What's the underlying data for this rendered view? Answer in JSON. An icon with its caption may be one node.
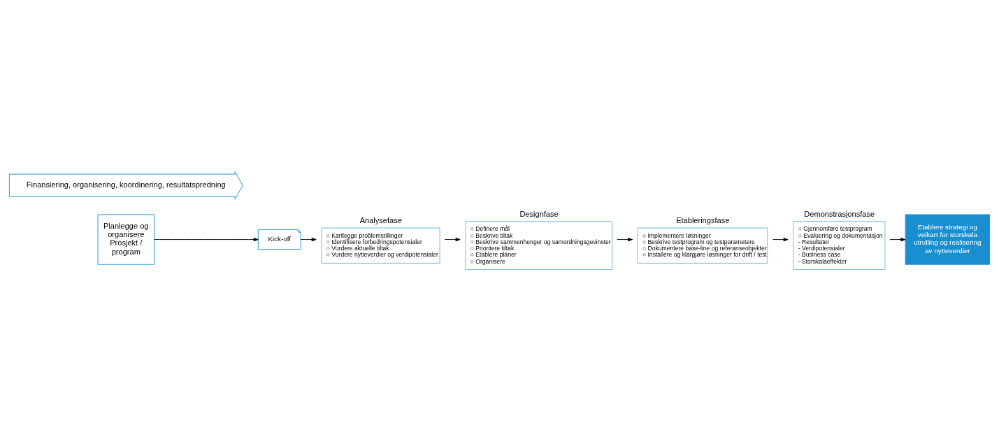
{
  "diagram": {
    "nodes": [
      {
        "text": [
          "Planlegge og organisere Prosjekt / program"
        ]
      },
      {
        "text": [
          "Kick-off"
        ]
      },
      {
        "text": [
          "Analysefase",
          "○ Kartlegge problemstillinger",
          "○ Identifisere forbedringspotensialer",
          "○ Vurdere aktuelle tiltak",
          "○ Vurdere nytteverdier og verdipotensialer"
        ]
      },
      {
        "text": [
          "Designfase",
          "○ Definere mål",
          "○ Beskrive tiltak",
          "○ Beskrive sammenhenger og samordningsgevinster",
          "○ Prioritere tiltak",
          "○ Etablere planer",
          "○ Organisere"
        ]
      },
      {
        "text": [
          "Etableringsfase",
          "○ Implementere løsninger",
          "○ Beskrive testprogram og testparametere",
          "○ Dokumentere base-line og referanseobjekter",
          "○ Installere og klargjøre løsninger for drift / test"
        ]
      },
      {
        "text": [
          "Demonstrasjonsfase",
          "○ Gjennomføre testprogram",
          "○ Evaluering og dokumentasjon",
          "- Resultater",
          "- Verdipotensialer",
          "- Business case",
          "- Storskalaeffekter"
        ]
      },
      {
        "text": [
          "Etablere strategi og veikart for storskala utrulling og realisering av nytteverdier"
        ]
      },
      {
        "text": [
          "Finansiering, organisering, koordinering, resultatspredning"
        ]
      }
    ],
    "edges": [
      {
        "from": 0,
        "to": 1,
        "arrow": "to"
      },
      {
        "from": 1,
        "to": 2,
        "arrow": "to"
      },
      {
        "from": 2,
        "to": 3,
        "arrow": "to"
      },
      {
        "from": 3,
        "to": 4,
        "arrow": "to"
      },
      {
        "from": 4,
        "to": 5,
        "arrow": "to"
      },
      {
        "from": 5,
        "to": 6,
        "arrow": "to"
      }
    ]
  }
}
